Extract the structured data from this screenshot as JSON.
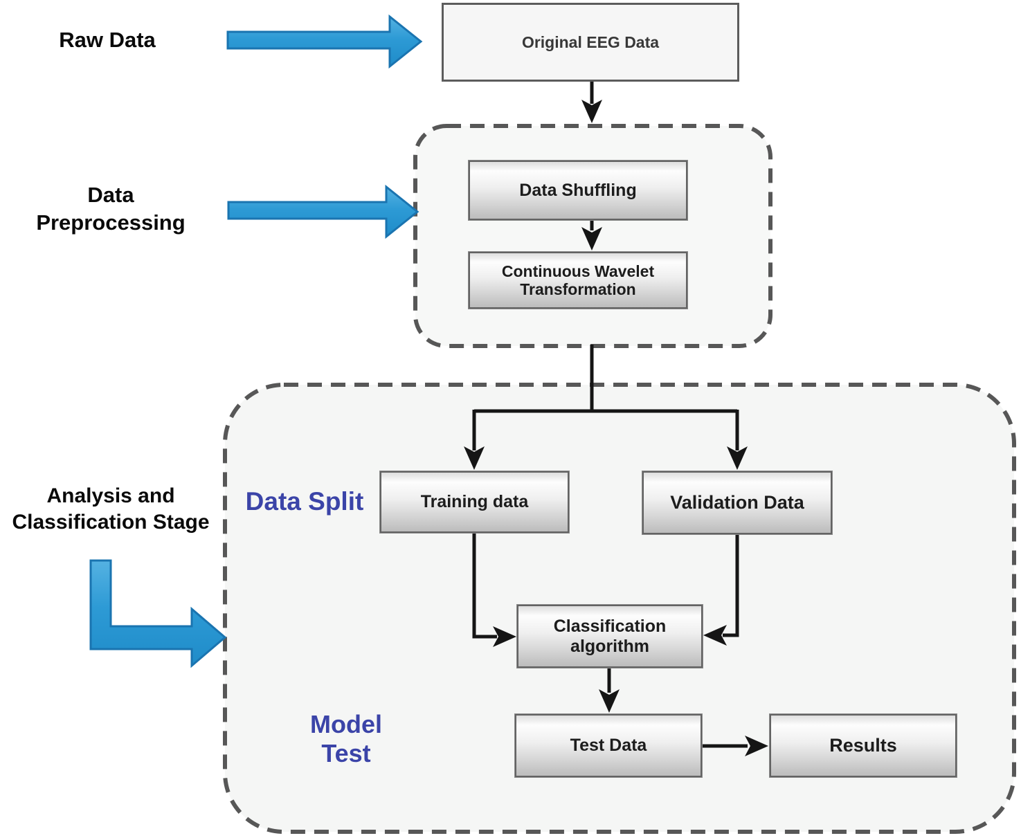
{
  "stage_labels": {
    "raw_data": "Raw Data",
    "preprocessing_line1": "Data",
    "preprocessing_line2": "Preprocessing",
    "analysis_line1": "Analysis and",
    "analysis_line2": "Classification Stage"
  },
  "section_labels": {
    "data_split": "Data Split",
    "model_test_line1": "Model",
    "model_test_line2": "Test"
  },
  "nodes": {
    "original_eeg": "Original EEG Data",
    "data_shuffling": "Data Shuffling",
    "cwt_line1": "Continuous Wavelet",
    "cwt_line2": "Transformation",
    "training_data": "Training data",
    "validation_data": "Validation Data",
    "classification_line1": "Classification",
    "classification_line2": "algorithm",
    "test_data": "Test Data",
    "results": "Results"
  },
  "colors": {
    "stage_arrow_blue": "#2e9ad6",
    "stage_arrow_border": "#1a74b0",
    "section_label_blue": "#3b44a8",
    "connector_black": "#151515",
    "dashed_border": "#575757",
    "container_fill": "#f5f6f5"
  }
}
